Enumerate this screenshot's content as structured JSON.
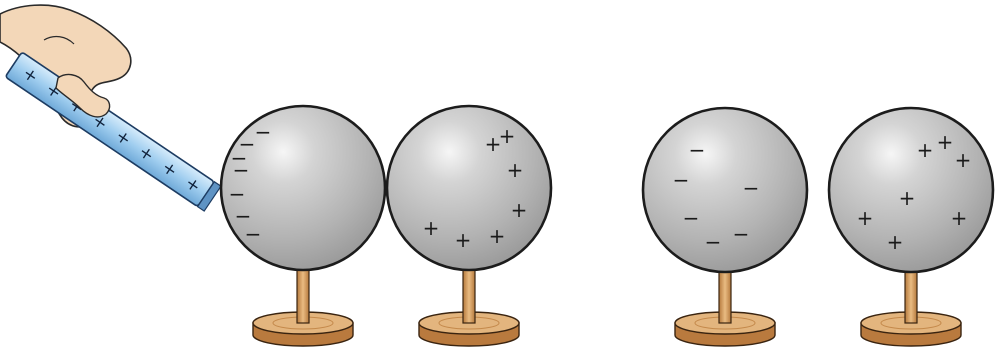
{
  "figure": {
    "background": "#ffffff",
    "colors": {
      "sphere_fill": "#b9b9b9",
      "sphere_highlight": "#f4f4f4",
      "sphere_outline": "#1c1c1c",
      "stand_wood": "#d9a66c",
      "stand_wood_dark": "#a86d34",
      "rod_fill": "#a9d2f2",
      "rod_outline": "#1d3c62",
      "hand_skin": "#f3d7b8"
    },
    "rod": {
      "description_icon": "charged-glass-rod",
      "charges": [
        "+",
        "+",
        "+",
        "+",
        "+",
        "+",
        "+",
        "+"
      ]
    },
    "spheres": [
      {
        "id": "sphere-1",
        "charges": [
          "−",
          "−",
          "−",
          "−",
          "−",
          "−",
          "−"
        ]
      },
      {
        "id": "sphere-2",
        "charges": [
          "+",
          "+",
          "+",
          "+",
          "+",
          "+",
          "+"
        ]
      },
      {
        "id": "sphere-3",
        "charges": [
          "−",
          "−",
          "−",
          "−",
          "−",
          "−"
        ]
      },
      {
        "id": "sphere-4",
        "charges": [
          "+",
          "+",
          "+",
          "+",
          "+",
          "+",
          "+"
        ]
      }
    ]
  }
}
